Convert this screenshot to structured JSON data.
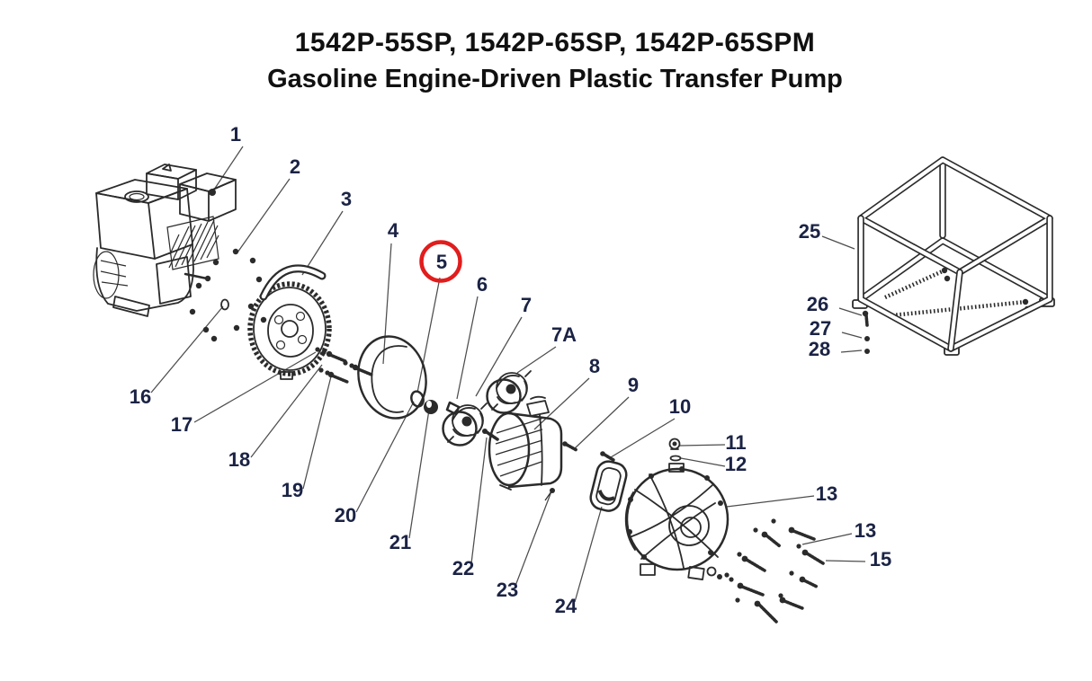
{
  "title": {
    "line1": "1542P-55SP, 1542P-65SP, 1542P-65SPM",
    "line2": "Gasoline Engine-Driven Plastic Transfer Pump"
  },
  "callouts": [
    {
      "label": "1"
    },
    {
      "label": "2"
    },
    {
      "label": "3"
    },
    {
      "label": "4"
    },
    {
      "label": "5"
    },
    {
      "label": "6"
    },
    {
      "label": "7"
    },
    {
      "label": "7A"
    },
    {
      "label": "8"
    },
    {
      "label": "9"
    },
    {
      "label": "10"
    },
    {
      "label": "11"
    },
    {
      "label": "12"
    },
    {
      "label": "13"
    },
    {
      "label": "13"
    },
    {
      "label": "15"
    },
    {
      "label": "16"
    },
    {
      "label": "17"
    },
    {
      "label": "18"
    },
    {
      "label": "19"
    },
    {
      "label": "20"
    },
    {
      "label": "21"
    },
    {
      "label": "22"
    },
    {
      "label": "23"
    },
    {
      "label": "24"
    },
    {
      "label": "25"
    },
    {
      "label": "26"
    },
    {
      "label": "27"
    },
    {
      "label": "28"
    }
  ],
  "highlight": {
    "circled_callout": "5"
  },
  "colors": {
    "background": "#ffffff",
    "title_text": "#101010",
    "callout_text": "#1b2345",
    "line_art": "#2b2b2b",
    "leader_line": "#4d4d4d",
    "highlight_red": "#e11d1d"
  }
}
